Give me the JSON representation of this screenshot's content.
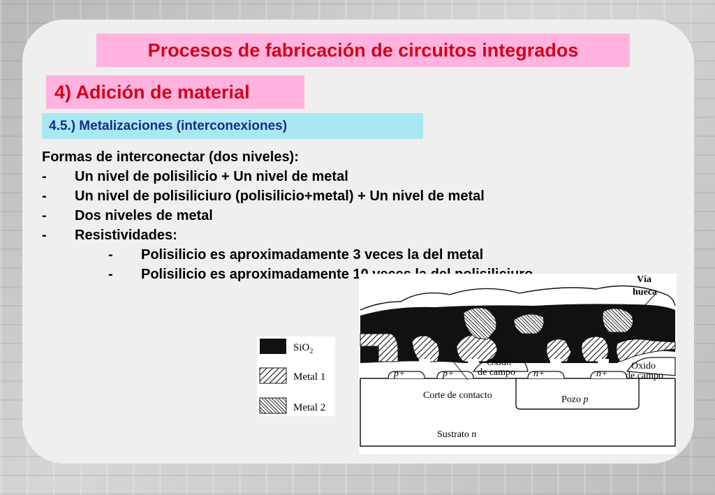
{
  "title": "Procesos de fabricación de circuitos integrados",
  "subtitle": "4) Adición de material",
  "section": "4.5.) Metalizaciones (interconexiones)",
  "content": {
    "heading": "Formas de interconectar (dos niveles):",
    "dash": "-",
    "items": [
      "Un nivel de polisilicio + Un nivel de metal",
      "Un nivel de polisiliciuro (polisilicio+metal) + Un nivel de metal",
      "Dos niveles de metal",
      "Resistividades:"
    ],
    "subitems": [
      "Polisilicio es aproximadamente 3 veces la del metal",
      "Polisilicio es aproximadamente 10 veces la del polisiliciuro"
    ]
  },
  "figure": {
    "legend": {
      "sio2": "SiO",
      "sio2_sub": "2",
      "metal1": "Metal 1",
      "metal2": "Metal 2"
    },
    "labels": {
      "via_1": "Vía",
      "via_2": "hueca",
      "p1": "p+",
      "p2": "p+",
      "oxido1_1": "Oxido",
      "oxido1_2": "de campo",
      "n1": "n+",
      "n2": "n+",
      "oxido2_1": "Oxido",
      "oxido2_2": "de campo",
      "corte": "Corte de contacto",
      "pozo": "Pozo",
      "pozo_var": "p",
      "sustrato": "Sustrato",
      "sustrato_var": "n"
    }
  },
  "colors": {
    "title_bg": "#ffb3de",
    "title_text": "#d4001a",
    "section_bg": "#a9e8f2",
    "section_text": "#1c2a8a"
  }
}
